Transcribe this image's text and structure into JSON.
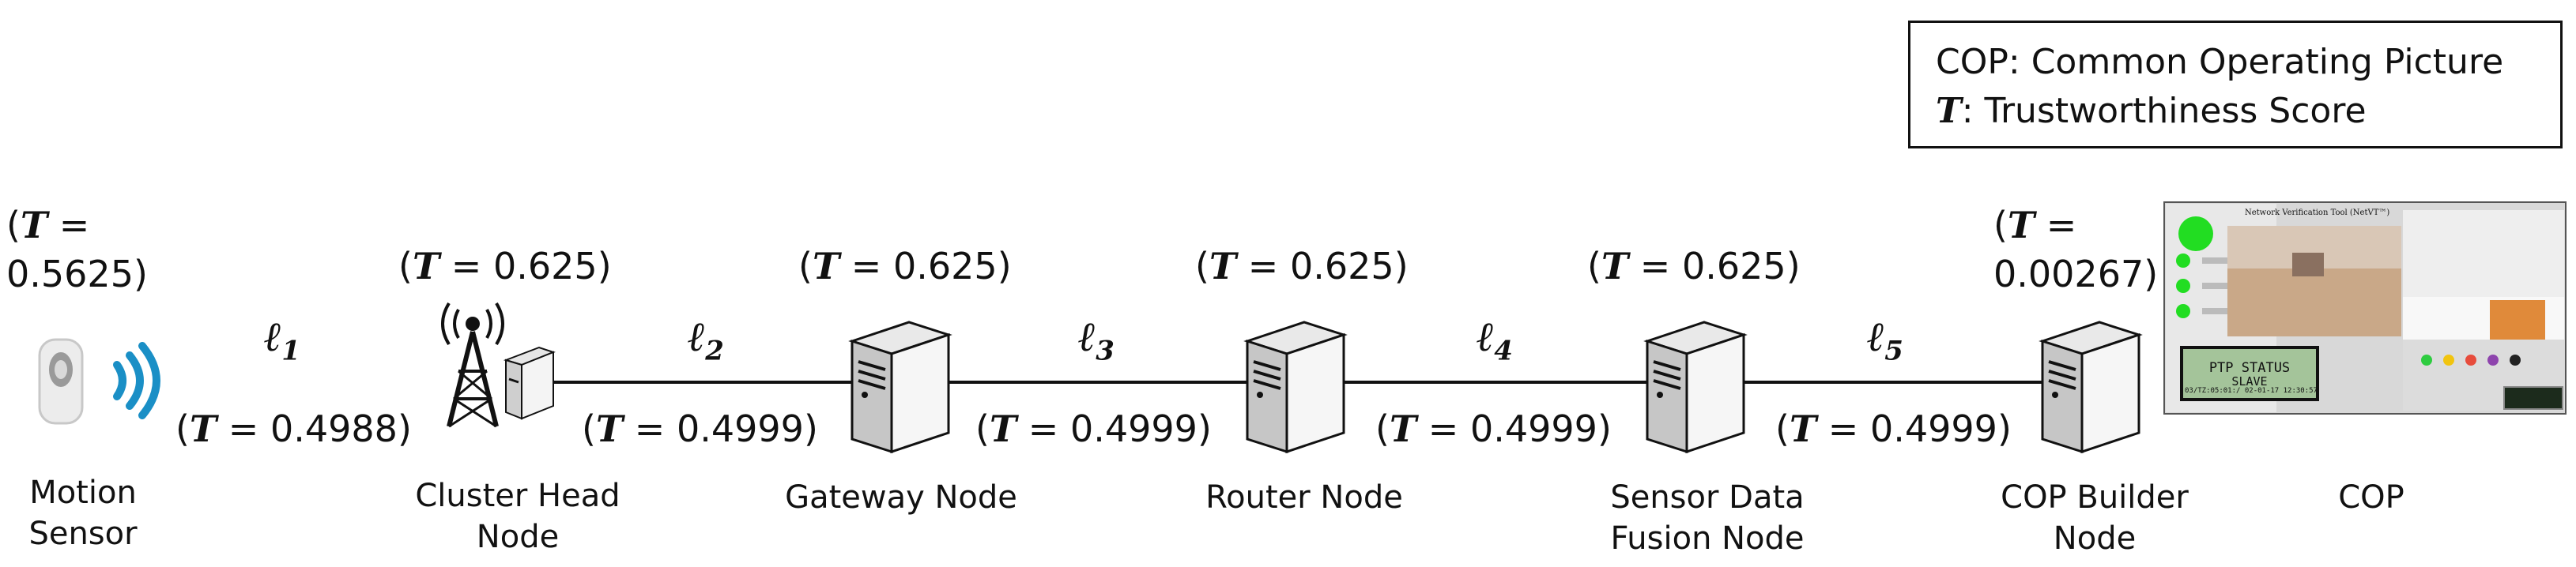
{
  "legend": {
    "line1": "COP: Common Operating Picture",
    "line2_symbol": "T",
    "line2_text": ":   Trustworthiness Score"
  },
  "symbol": "T",
  "nodes": [
    {
      "name": "Motion\nSensor",
      "name_l1": "Motion",
      "name_l2": "Sensor",
      "score": "0.5625"
    },
    {
      "name_l1": "Cluster Head",
      "name_l2": "Node",
      "score": "0.625"
    },
    {
      "name_l1": "Gateway Node",
      "name_l2": "",
      "score": "0.625"
    },
    {
      "name_l1": "Router Node",
      "name_l2": "",
      "score": "0.625"
    },
    {
      "name_l1": "Sensor Data",
      "name_l2": "Fusion Node",
      "score": "0.625"
    },
    {
      "name_l1": "COP Builder",
      "name_l2": "Node",
      "score": "0.00267"
    },
    {
      "name_l1": "COP",
      "name_l2": "",
      "score": null
    }
  ],
  "links": [
    {
      "label": "ℓ",
      "sub": "1",
      "score": "0.4988"
    },
    {
      "label": "ℓ",
      "sub": "2",
      "score": "0.4999"
    },
    {
      "label": "ℓ",
      "sub": "3",
      "score": "0.4999"
    },
    {
      "label": "ℓ",
      "sub": "4",
      "score": "0.4999"
    },
    {
      "label": "ℓ",
      "sub": "5",
      "score": "0.4999"
    }
  ],
  "cop_screen": {
    "title": "Network Verification Tool (NetVT™)",
    "status_title": "PTP STATUS",
    "status_value": "SLAVE",
    "status_time": "03/TZ:05:01:/ 02-01-17 12:30:57"
  },
  "colors": {
    "line": "#111111",
    "server_light": "#f4f4f4",
    "server_dark": "#9a9a9a",
    "wave": "#1a8fc6",
    "led": "#22dd22"
  }
}
